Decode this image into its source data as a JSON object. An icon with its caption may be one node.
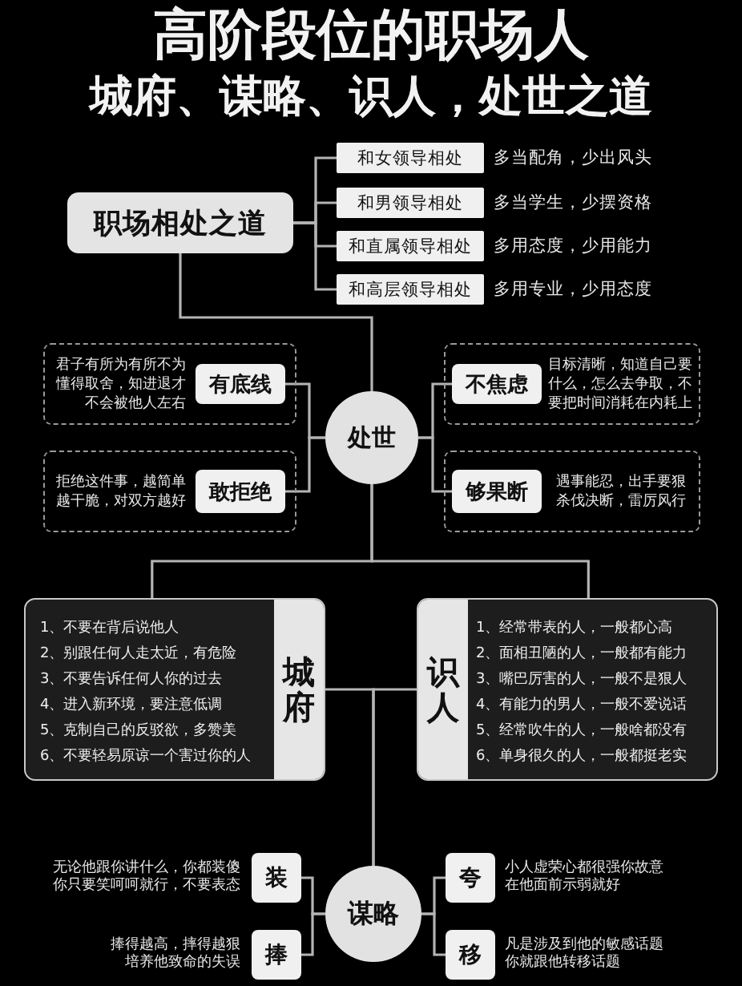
{
  "diagram": {
    "title": "高阶段位的职场人",
    "nodes": [
      {
        "text": [
          "职场相处之道"
        ]
      },
      {
        "text": [
          "和女领导相处"
        ],
        "beside": [
          "多当配角，少出风头"
        ]
      },
      {
        "text": [
          "和男领导相处"
        ],
        "beside": [
          "多当学生，少摆资格"
        ]
      },
      {
        "text": [
          "和直属领导相处"
        ],
        "beside": [
          "多用态度，少用能力"
        ]
      },
      {
        "text": [
          "和高层领导相处"
        ],
        "beside": [
          "多用专业，少用态度"
        ]
      },
      {
        "text": [
          "处世"
        ]
      },
      {
        "text": [
          "君子有所为有所不为懂得取舍，知进退才不会被他人左右"
        ]
      },
      {
        "text": [
          "有底线"
        ],
        "in": 6
      },
      {
        "text": [
          "目标清晰，知道自己要什么，怎么去争取，不要把时间消耗在内耗上"
        ]
      },
      {
        "text": [
          "不焦虑"
        ],
        "in": 8
      },
      {
        "text": [
          "拒绝这件事，越简单越干脆，对双方越好"
        ]
      },
      {
        "text": [
          "敢拒绝"
        ],
        "in": 10
      },
      {
        "text": [
          "遇事能忍，出手要狠杀伐决断，雷厉风行"
        ]
      },
      {
        "text": [
          "够果断"
        ],
        "in": 12
      },
      {
        "text": [
          "城府",
          "1、不要在背后说他人",
          "2、别跟任何人走太近，有危险",
          "3、不要告诉任何人你的过去",
          "4、进入新环境，要注意低调",
          "5、克制自己的反驳欲，多赞美",
          "6、不要轻易原谅一个害过你的人"
        ]
      },
      {
        "text": [
          "识人",
          "1、经常带表的人，一般都心高",
          "2、面相丑陋的人，一般都有能力",
          "3、嘴巴厉害的人，一般不是狠人",
          "4、有能力的男人，一般不爱说话",
          "5、经常吹牛的人，一般啥都没有",
          "6、单身很久的人，一般都挺老实"
        ]
      },
      {
        "text": [
          "谋略"
        ]
      },
      {
        "text": [
          "装"
        ],
        "beside": [
          "无论他跟你讲什么，你都装傻你只要笑呵呵就行，不要表态"
        ]
      },
      {
        "text": [
          "夸"
        ],
        "beside": [
          "小人虚荣心都很强你故意在他面前示弱就好"
        ]
      },
      {
        "text": [
          "捧"
        ],
        "beside": [
          "捧得越高，摔得越狠培养他致命的失误"
        ]
      },
      {
        "text": [
          "移"
        ],
        "beside": [
          "凡是涉及到他的敏感话题你就跟他转移话题"
        ]
      }
    ],
    "edges": [
      {
        "from": 0,
        "to": 1,
        "arrow": "none"
      },
      {
        "from": 0,
        "to": 2,
        "arrow": "none"
      },
      {
        "from": 0,
        "to": 3,
        "arrow": "none"
      },
      {
        "from": 0,
        "to": 4,
        "arrow": "none"
      },
      {
        "from": 0,
        "to": 5,
        "arrow": "none"
      },
      {
        "from": 5,
        "to": 7,
        "arrow": "none"
      },
      {
        "from": 5,
        "to": 9,
        "arrow": "none"
      },
      {
        "from": 5,
        "to": 11,
        "arrow": "none"
      },
      {
        "from": 5,
        "to": 13,
        "arrow": "none"
      },
      {
        "from": 5,
        "to": 14,
        "arrow": "none"
      },
      {
        "from": 5,
        "to": 15,
        "arrow": "none"
      },
      {
        "from": 14,
        "to": 16,
        "arrow": "none"
      },
      {
        "from": 15,
        "to": 16,
        "arrow": "none"
      },
      {
        "from": 16,
        "to": 17,
        "arrow": "none"
      },
      {
        "from": 16,
        "to": 18,
        "arrow": "none"
      },
      {
        "from": 16,
        "to": 19,
        "arrow": "none"
      },
      {
        "from": 16,
        "to": 20,
        "arrow": "none"
      }
    ],
    "labels": [
      "城府、谋略、识人，处世之道"
    ]
  }
}
